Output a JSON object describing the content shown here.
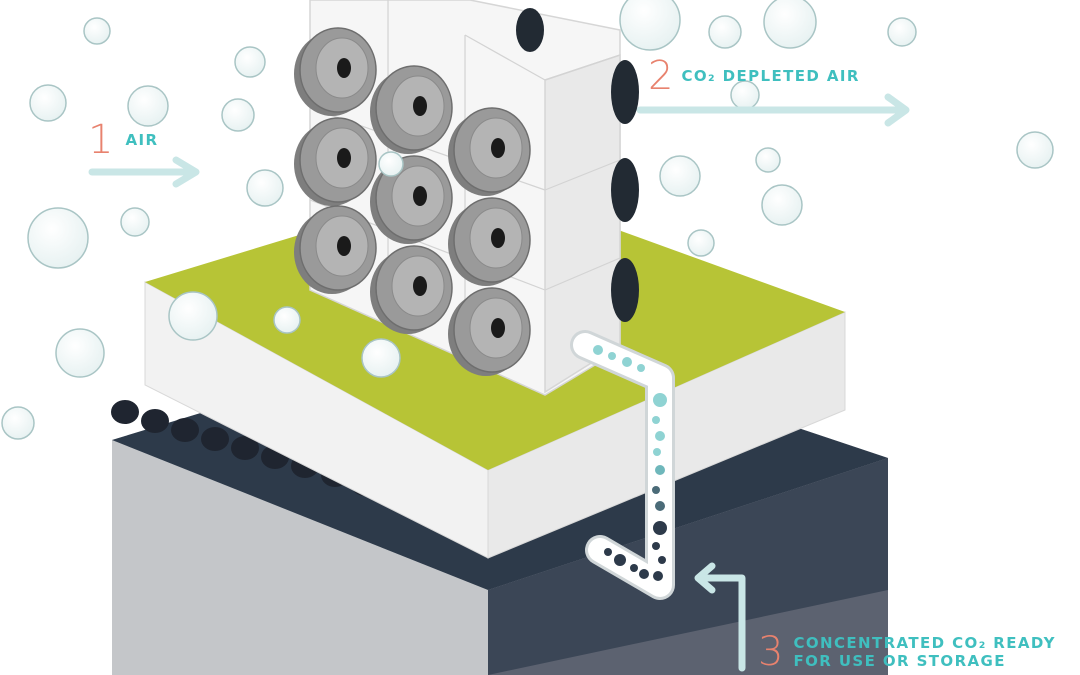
{
  "colors": {
    "number": "#e8826e",
    "label": "#3fbfbf",
    "arrow": "#c9e6e6",
    "platform_top": "#b7c436",
    "base_dark": "#2d3a4a",
    "base_gray": "#c4c6c9",
    "roller": "#1f2530",
    "cube_face": "#f4f4f4",
    "fan_gray": "#9a9a9a",
    "bubble_stroke": "#a9c5c5"
  },
  "icons": {
    "air_arrow": "arrow-right-icon",
    "depleted_arrow": "arrow-right-icon",
    "concentrated_arrow": "arrow-up-left-icon"
  },
  "steps": [
    {
      "number": "1",
      "text": "AIR"
    },
    {
      "number": "2",
      "text": "CO₂ DEPLETED AIR"
    },
    {
      "number": "3",
      "lines": [
        "CONCENTRATED CO₂ READY",
        "FOR USE OR STORAGE"
      ]
    }
  ]
}
